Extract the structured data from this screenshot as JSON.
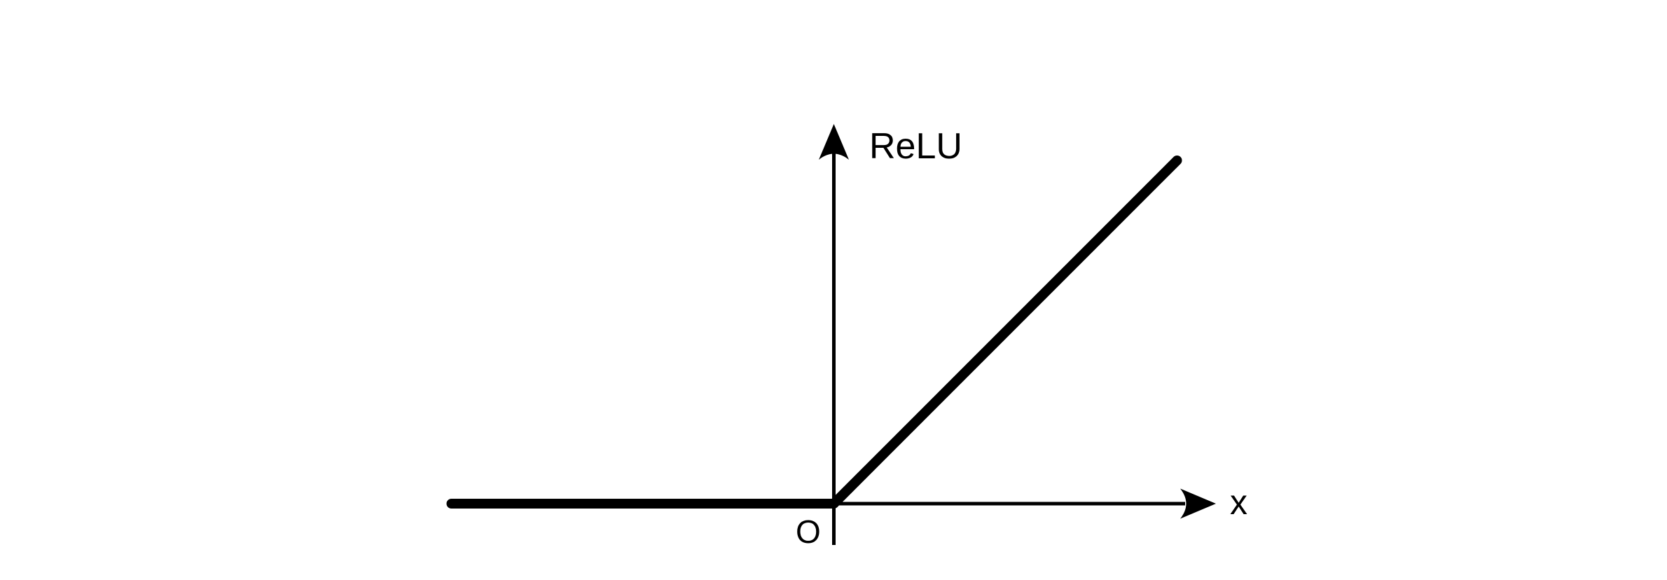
{
  "figure": {
    "background_color": "#ffffff",
    "axis_color": "#000000",
    "function_line_color": "#000000",
    "y_axis_label": "ReLU",
    "x_axis_label": "x",
    "origin_label": "O"
  },
  "chart_data": {
    "type": "line",
    "title": "",
    "xlabel": "x",
    "ylabel": "ReLU",
    "origin_label": "O",
    "grid": false,
    "legend": false,
    "tick_labels": [],
    "xlim": [
      -3.9,
      3.9
    ],
    "ylim": [
      0,
      3.9
    ],
    "series": [
      {
        "name": "ReLU",
        "x": [
          -3.9,
          0,
          3.5
        ],
        "y": [
          0,
          0,
          3.5
        ]
      }
    ]
  }
}
